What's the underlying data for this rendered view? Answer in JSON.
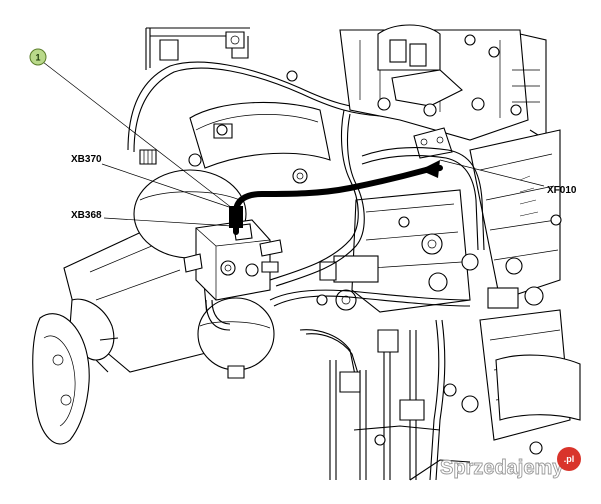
{
  "figure": {
    "marker": "1",
    "callouts": [
      {
        "id": "xb370",
        "label": "XB370"
      },
      {
        "id": "xb368",
        "label": "XB368"
      },
      {
        "id": "xf010",
        "label": "XF010"
      }
    ]
  },
  "watermark": {
    "text": "Sprzedajemy",
    "badge": ".pl",
    "colors": {
      "badge": "#d9342b",
      "text_outline": "#9a9a9a"
    }
  },
  "colors": {
    "marker_fill": "#b9d98a",
    "marker_stroke": "#5a7d2a",
    "highlight_hose": "#000000"
  }
}
